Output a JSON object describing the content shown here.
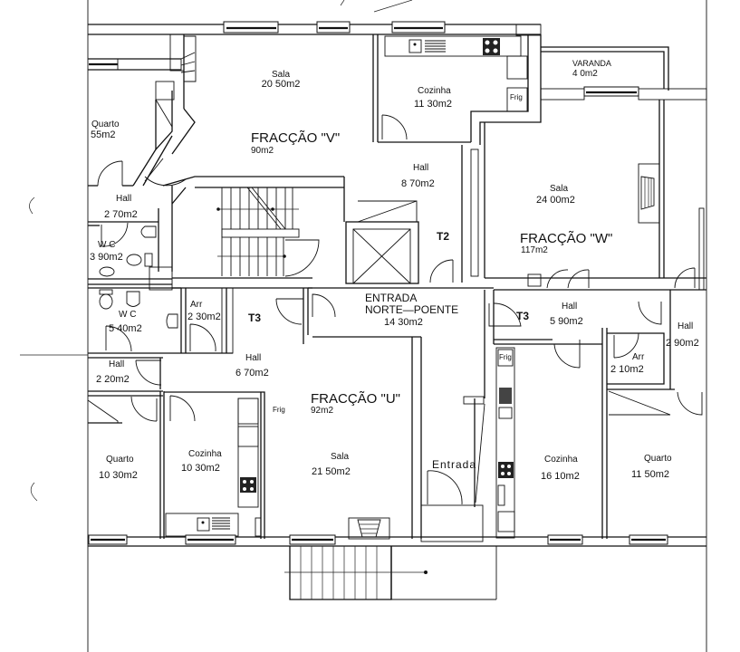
{
  "plan": {
    "fractions": [
      {
        "id": "V",
        "title": "FRACÇÃO \"V\"",
        "area": "90m2"
      },
      {
        "id": "W",
        "title": "FRACÇÃO \"W\"",
        "area": "117m2"
      },
      {
        "id": "U",
        "title": "FRACÇÃO \"U\"",
        "area": "92m2"
      }
    ],
    "typologies": {
      "t2": "T2",
      "t3_left": "T3",
      "t3_right": "T3"
    },
    "entrance": {
      "line1": "ENTRADA",
      "line2": "NORTE—POENTE",
      "area": "14 30m2",
      "door_label": "Entrada"
    },
    "rooms": {
      "v_sala": {
        "name": "Sala",
        "area": "20 50m2"
      },
      "v_cozinha": {
        "name": "Cozinha",
        "area": "11 30m2"
      },
      "v_varanda": {
        "name": "VARANDA",
        "area": "4 0m2"
      },
      "v_quarto": {
        "name": "Quarto",
        "area": "55m2"
      },
      "v_hall_left": {
        "name": "Hall",
        "area": "2 70m2"
      },
      "v_wc": {
        "name": "W C",
        "area": "3 90m2"
      },
      "v_hall": {
        "name": "Hall",
        "area": "8 70m2"
      },
      "w_sala": {
        "name": "Sala",
        "area": "24 00m2"
      },
      "w_hall": {
        "name": "Hall",
        "area": "5 90m2"
      },
      "w_hall_right": {
        "name": "Hall",
        "area": "2 90m2"
      },
      "w_arr": {
        "name": "Arr",
        "area": "2 10m2"
      },
      "w_cozinha": {
        "name": "Cozinha",
        "area": "16 10m2"
      },
      "w_quarto": {
        "name": "Quarto",
        "area": "11 50m2"
      },
      "u_wc": {
        "name": "W C",
        "area": "5 40m2"
      },
      "u_arr": {
        "name": "Arr",
        "area": "2 30m2"
      },
      "u_hall_small": {
        "name": "Hall",
        "area": "2 20m2"
      },
      "u_hall": {
        "name": "Hall",
        "area": "6 70m2"
      },
      "u_quarto": {
        "name": "Quarto",
        "area": "10 30m2"
      },
      "u_cozinha": {
        "name": "Cozinha",
        "area": "10 30m2"
      },
      "u_sala": {
        "name": "Sala",
        "area": "21 50m2"
      }
    },
    "fridge_labels": {
      "v": "Frig",
      "u": "Frig",
      "w": "Frig"
    }
  }
}
